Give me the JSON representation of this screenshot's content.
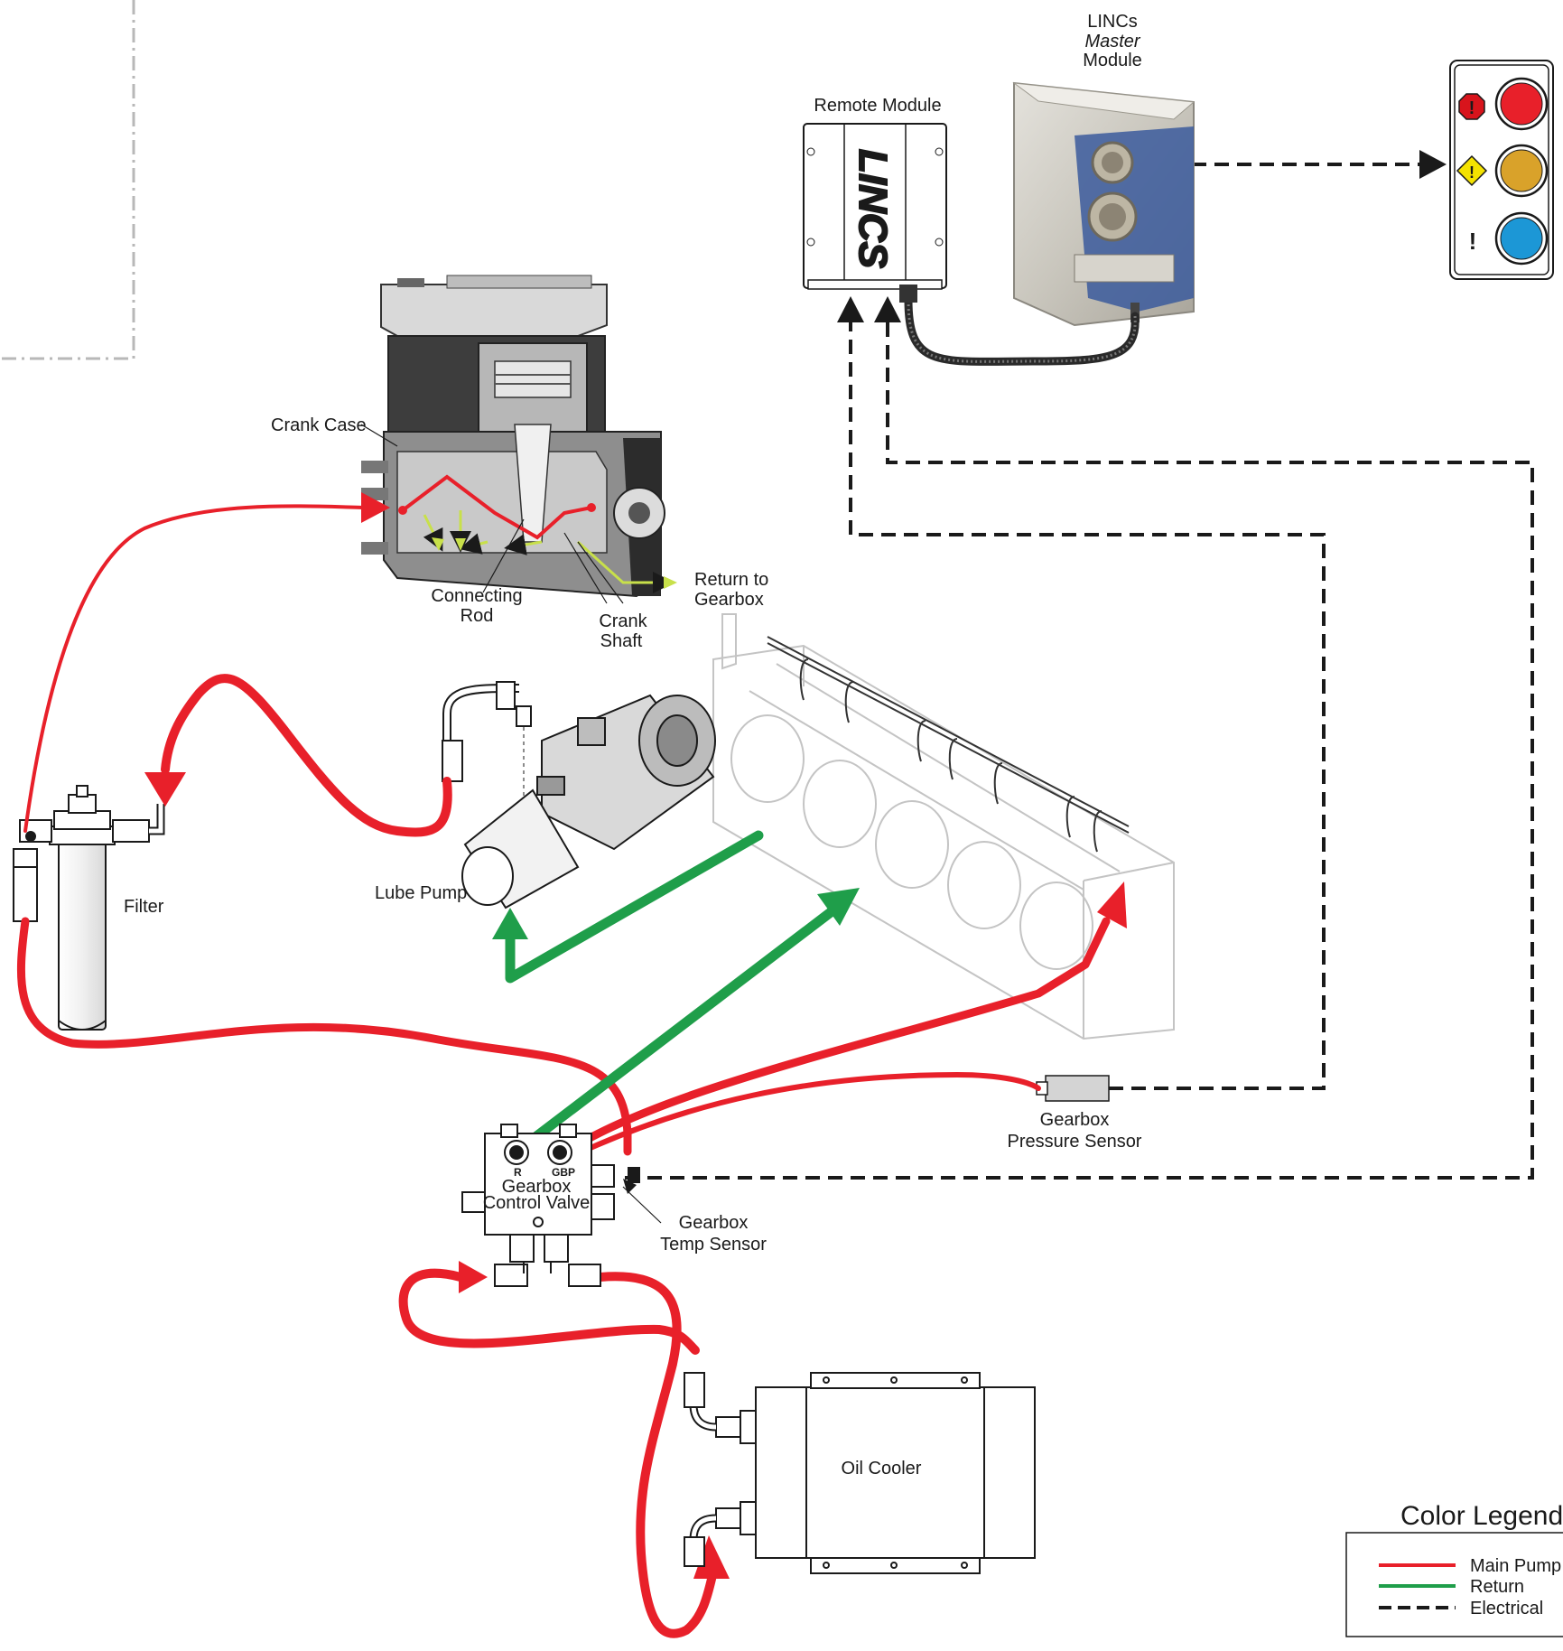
{
  "components": {
    "master_module": [
      "LINCs",
      "Master",
      "Module"
    ],
    "remote_module": "Remote Module",
    "remote_module_logo": "LINCS",
    "crank_case": "Crank Case",
    "connecting_rod": [
      "Connecting",
      "Rod"
    ],
    "crank_shaft": [
      "Crank",
      "Shaft"
    ],
    "return_to_gearbox": [
      "Return to",
      "Gearbox"
    ],
    "lube_pump": "Lube Pump",
    "filter": "Filter",
    "gearbox_pressure_sensor": [
      "Gearbox",
      "Pressure Sensor"
    ],
    "gearbox_control_valve": [
      "Gearbox",
      "Control Valve"
    ],
    "valve_port_r": "R",
    "valve_port_gbp": "GBP",
    "gearbox_temp_sensor": [
      "Gearbox",
      "Temp Sensor"
    ],
    "oil_cooler": "Oil Cooler"
  },
  "indicator_panel": {
    "lights": [
      {
        "symbol": "!",
        "color": "#e8202a",
        "badge_color": "#d8141c"
      },
      {
        "symbol": "!",
        "color": "#d9a22a",
        "badge_color": "#f4e200"
      },
      {
        "symbol": "!",
        "color": "#1c97d6",
        "badge_color": "none"
      }
    ]
  },
  "legend": {
    "title": "Color Legend",
    "items": [
      {
        "label": "Main Pump",
        "color": "#e8202a",
        "style": "solid"
      },
      {
        "label": "Return",
        "color": "#1f9e4a",
        "style": "solid"
      },
      {
        "label": "Electrical",
        "color": "#1a1a1a",
        "style": "dashed"
      }
    ]
  },
  "colors": {
    "main_pump": "#e8202a",
    "return": "#1f9e4a",
    "electrical": "#1a1a1a",
    "return_arrows": "#c8e04a"
  }
}
